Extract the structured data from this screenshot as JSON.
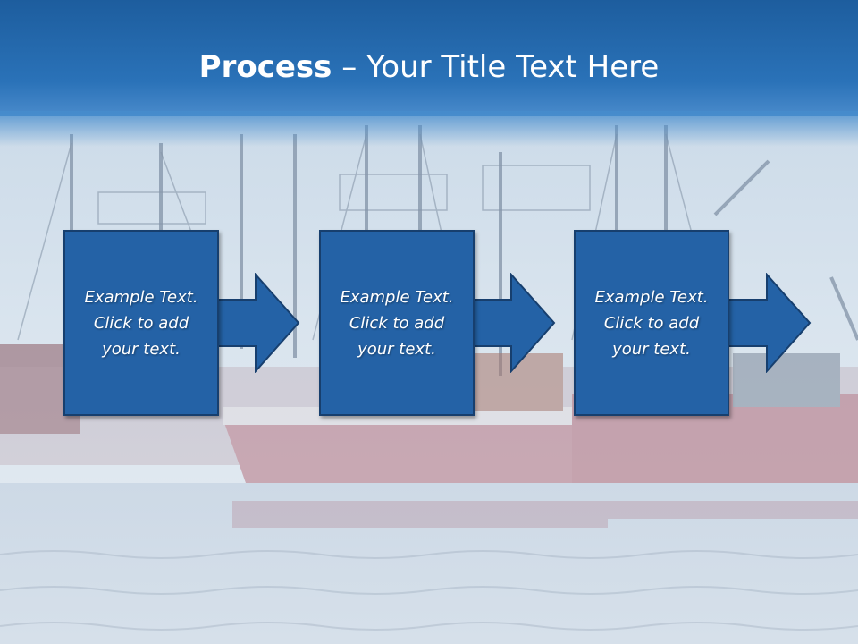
{
  "slide": {
    "title_bold": "Process",
    "title_separator": " – ",
    "title_rest": "Your Title Text Here",
    "background_image": "fishing-boats-harbor",
    "steps": [
      {
        "lines": [
          "Example Text.",
          "Click  to add",
          "your text."
        ]
      },
      {
        "lines": [
          "Example Text.",
          "Click  to add",
          "your text."
        ]
      },
      {
        "lines": [
          "Example Text.",
          "Click  to add",
          "your text."
        ]
      }
    ]
  },
  "colors": {
    "title_bar": "#1d5d9e",
    "box_fill": "#2462a6",
    "box_border": "#173f6e",
    "text": "#ffffff"
  }
}
